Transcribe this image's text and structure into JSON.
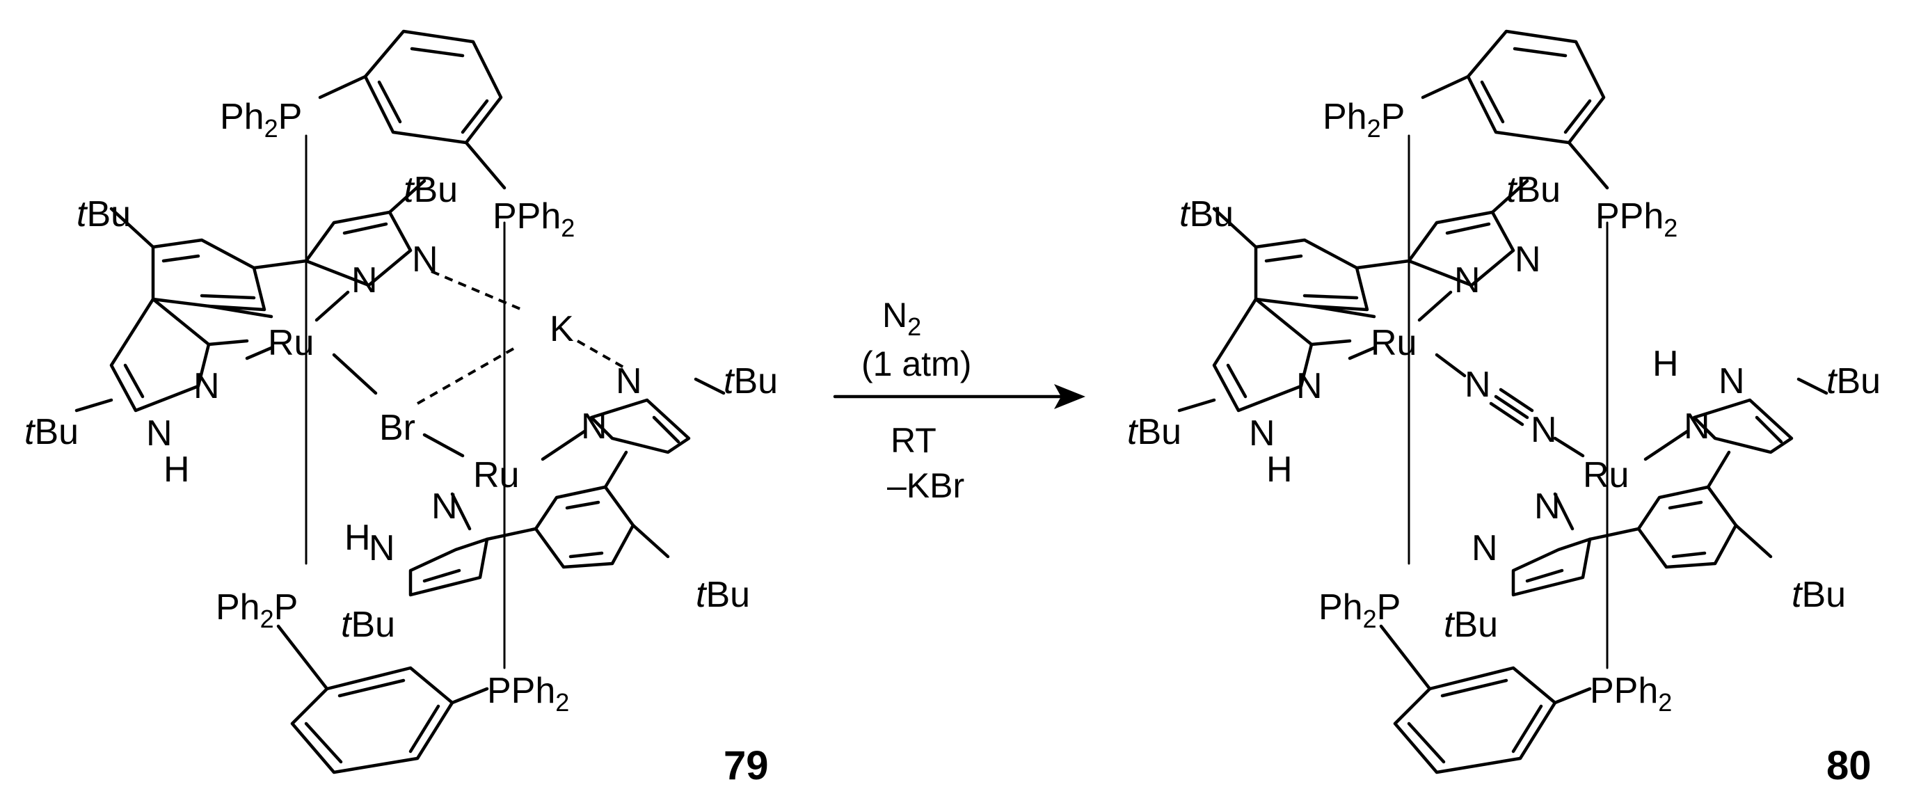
{
  "compounds": {
    "left": {
      "number": "79"
    },
    "right": {
      "number": "80"
    }
  },
  "reaction": {
    "reagent": "N",
    "reagent_subscript": "2",
    "pressure": "(1 atm)",
    "temperature": "RT",
    "byproduct": "–KBr"
  },
  "labels": {
    "ph2p": "Ph",
    "ph2p_sub": "2",
    "ph2p_tail": "P",
    "pph2_head": "PPh",
    "pph2_sub": "2",
    "tbu_t": "t",
    "tbu_rest": "Bu",
    "ru": "Ru",
    "n": "N",
    "h": "H",
    "k": "K",
    "br": "Br"
  }
}
